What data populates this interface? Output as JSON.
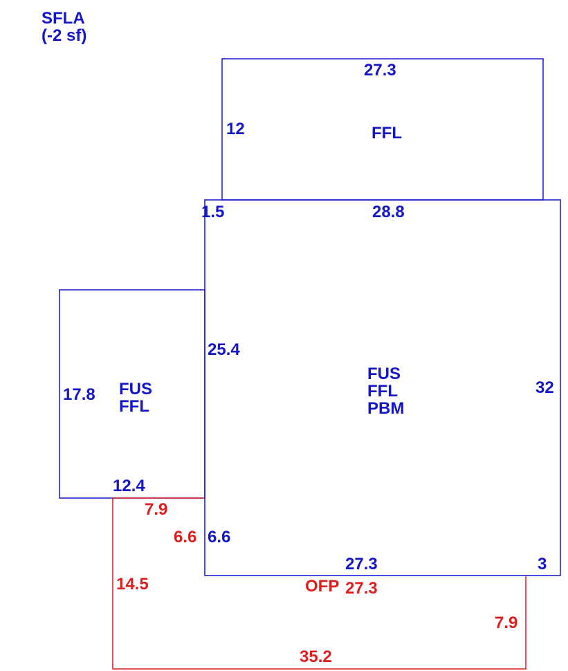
{
  "header": {
    "line1": "SFLA",
    "line2": "(-2 sf)"
  },
  "colors": {
    "living": "#1414c8",
    "porch": "#dc1e1e"
  },
  "top_area": {
    "top": "27.3",
    "left": "12",
    "label1": "FFL"
  },
  "main_area": {
    "top_left": "1.5",
    "top": "28.8",
    "left": "25.4",
    "right": "32",
    "label1": "FUS",
    "label2": "FFL",
    "label3": "PBM",
    "bottom_left": "6.6",
    "bottom": "27.3",
    "bottom_right": "3"
  },
  "left_area": {
    "left": "17.8",
    "label1": "FUS",
    "label2": "FFL",
    "bottom": "12.4"
  },
  "porch_area": {
    "top": "7.9",
    "inner_left": "6.6",
    "left": "14.5",
    "label": "OFP",
    "step_top": "27.3",
    "right": "7.9",
    "bottom": "35.2"
  }
}
